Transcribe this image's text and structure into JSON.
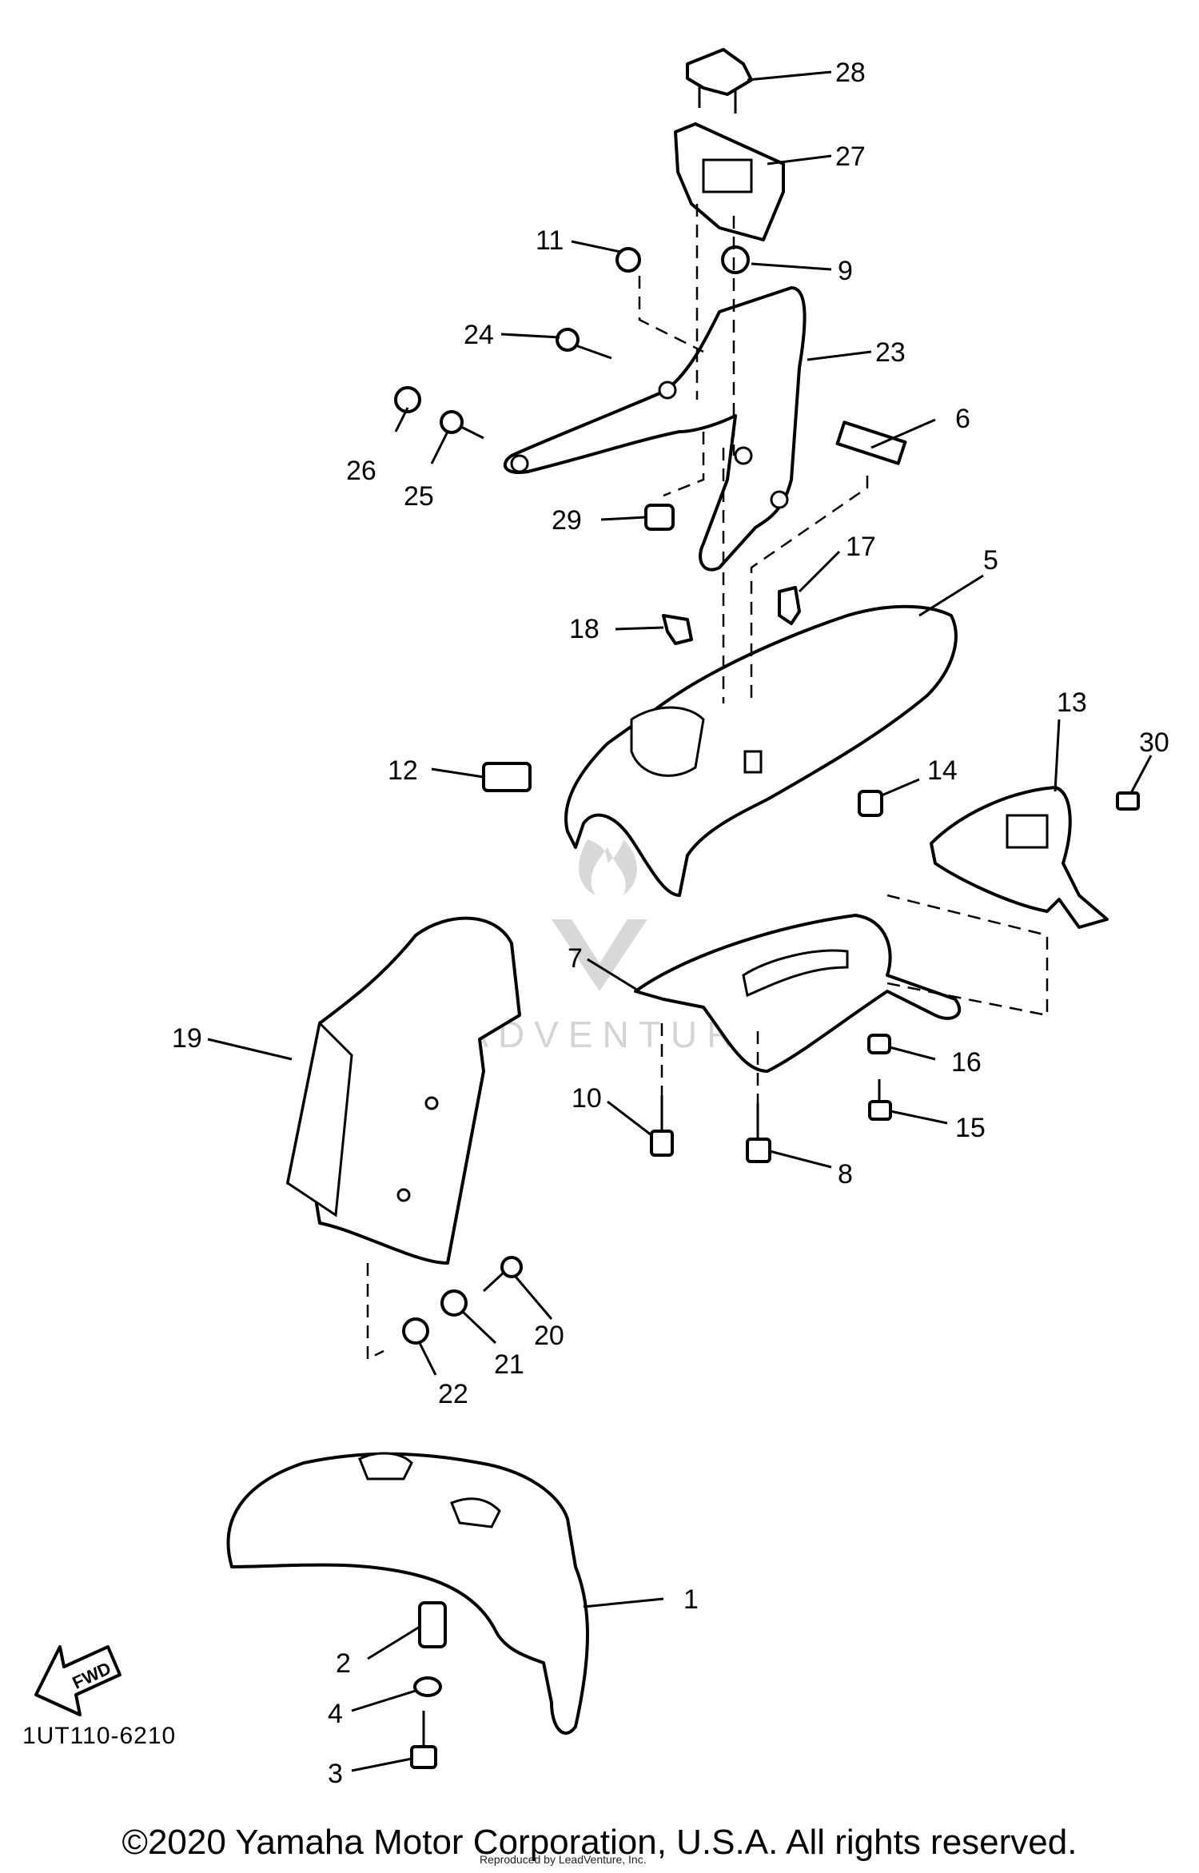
{
  "diagram": {
    "code": "1UT110-6210",
    "callouts": [
      "1",
      "2",
      "3",
      "4",
      "5",
      "6",
      "7",
      "8",
      "9",
      "10",
      "11",
      "12",
      "13",
      "14",
      "15",
      "16",
      "17",
      "18",
      "19",
      "20",
      "21",
      "22",
      "23",
      "24",
      "25",
      "26",
      "27",
      "28",
      "29",
      "30"
    ],
    "fwd_label": "FWD",
    "watermark": "LEADVENTURE"
  },
  "footer": {
    "copyright": "©2020 Yamaha Motor Corporation, U.S.A. All rights reserved.",
    "licensed": "Reproduced by LeadVenture, Inc."
  }
}
